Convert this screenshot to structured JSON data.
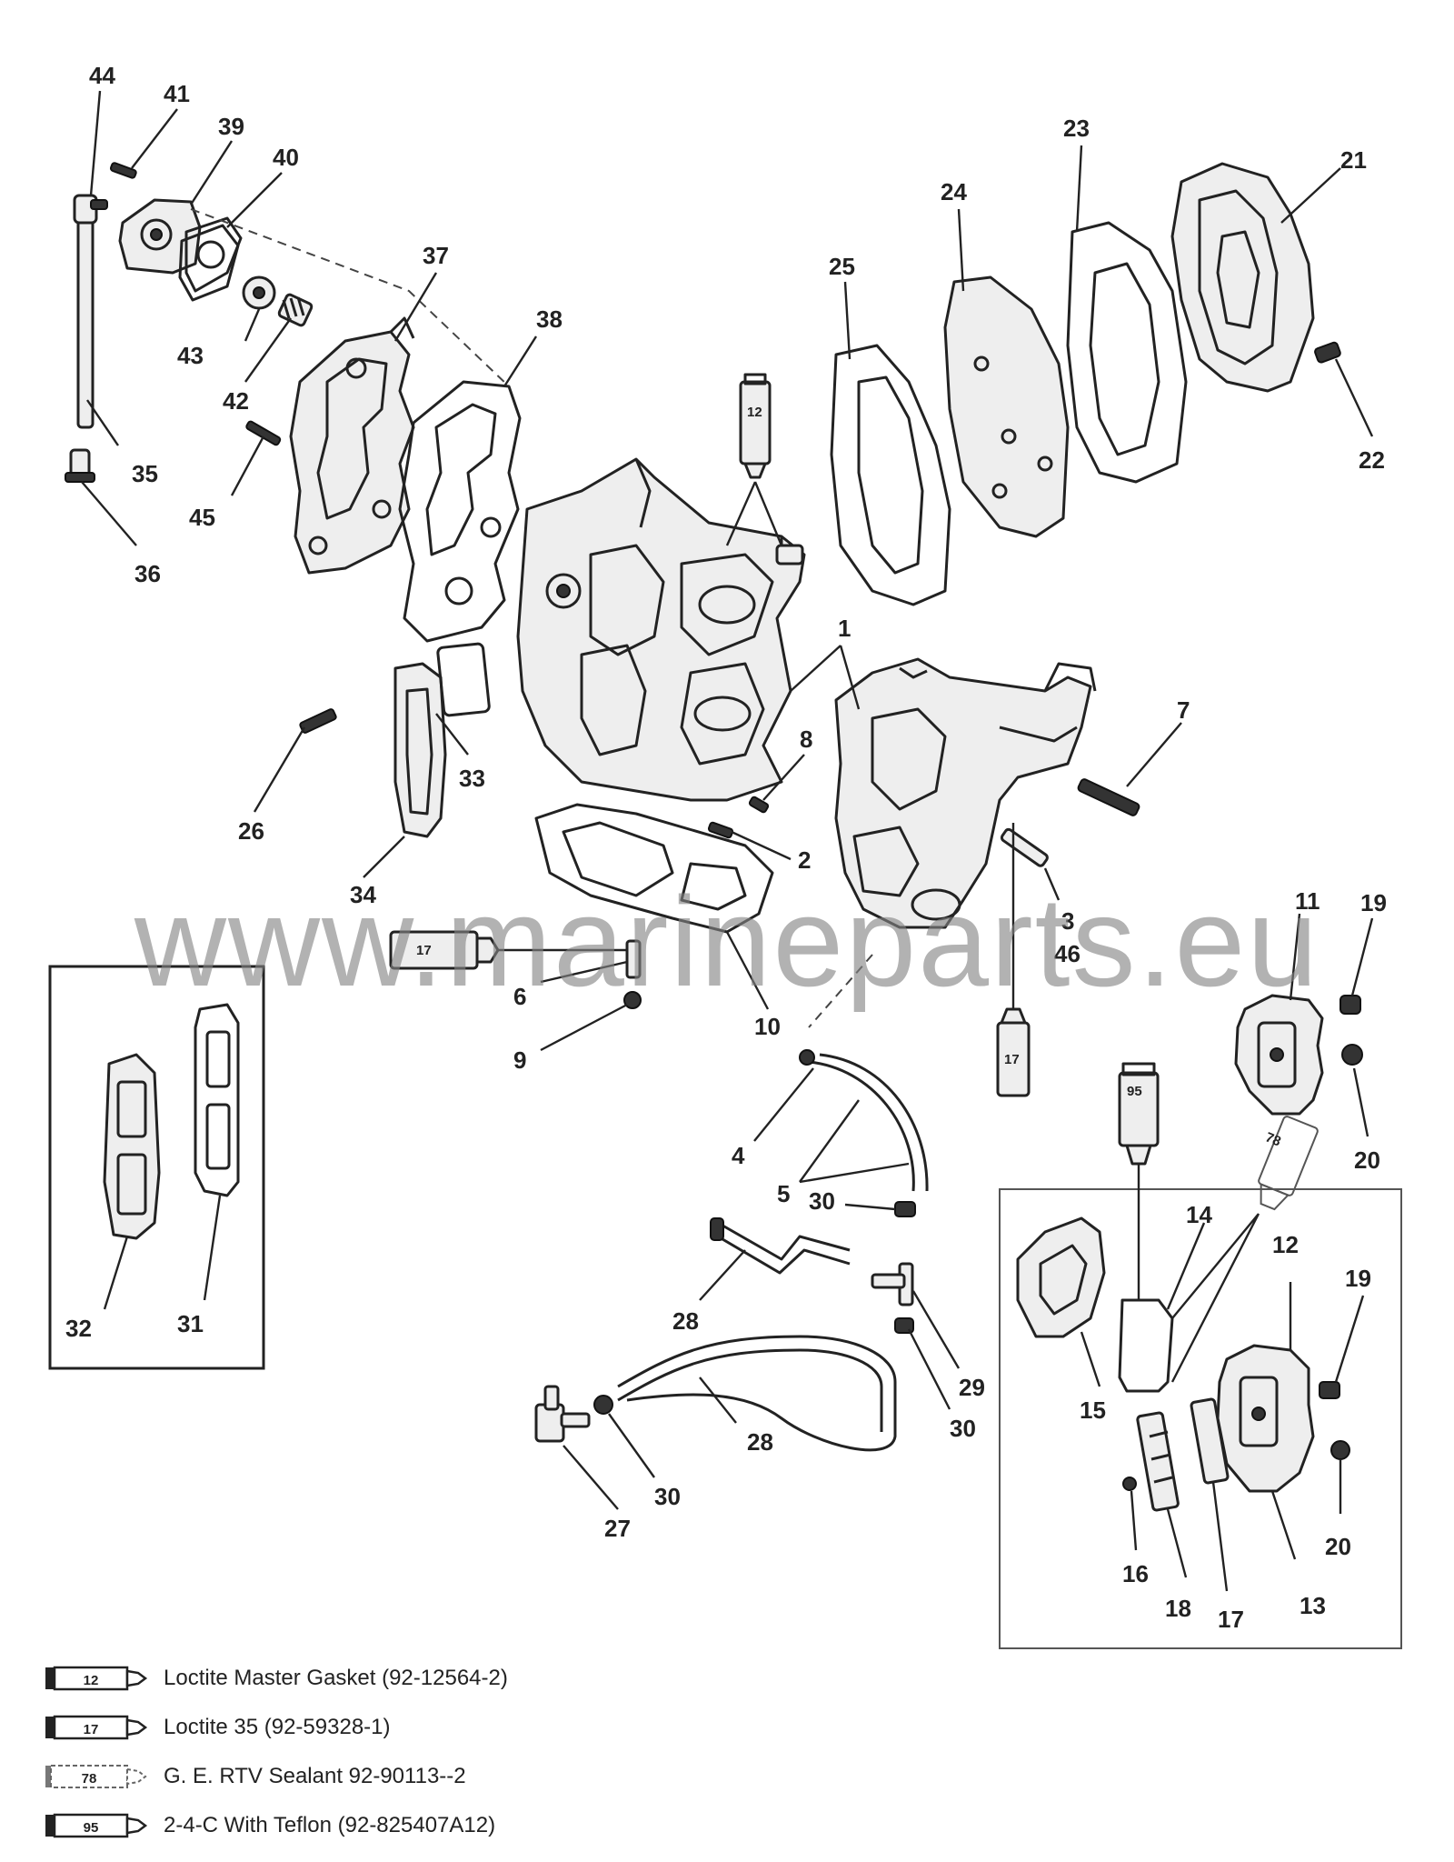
{
  "watermark": "www.marineparts.eu",
  "callouts": [
    "1",
    "2",
    "3",
    "4",
    "5",
    "6",
    "7",
    "8",
    "9",
    "10",
    "11",
    "12",
    "13",
    "14",
    "15",
    "16",
    "17",
    "18",
    "19",
    "20",
    "21",
    "22",
    "23",
    "24",
    "25",
    "26",
    "27",
    "28",
    "29",
    "30",
    "31",
    "32",
    "33",
    "34",
    "35",
    "36",
    "37",
    "38",
    "39",
    "40",
    "41",
    "42",
    "43",
    "44",
    "45",
    "46"
  ],
  "tubes": {
    "t12": "12",
    "t17": "17",
    "t78": "78",
    "t95": "95"
  },
  "legend": [
    {
      "code": "12",
      "text": "Loctite Master Gasket (92-12564-2)"
    },
    {
      "code": "17",
      "text": "Loctite 35 (92-59328-1)"
    },
    {
      "code": "78",
      "text": "G. E. RTV Sealant  92-90113--2"
    },
    {
      "code": "95",
      "text": "2-4-C  With Teflon (92-825407A12)"
    }
  ]
}
